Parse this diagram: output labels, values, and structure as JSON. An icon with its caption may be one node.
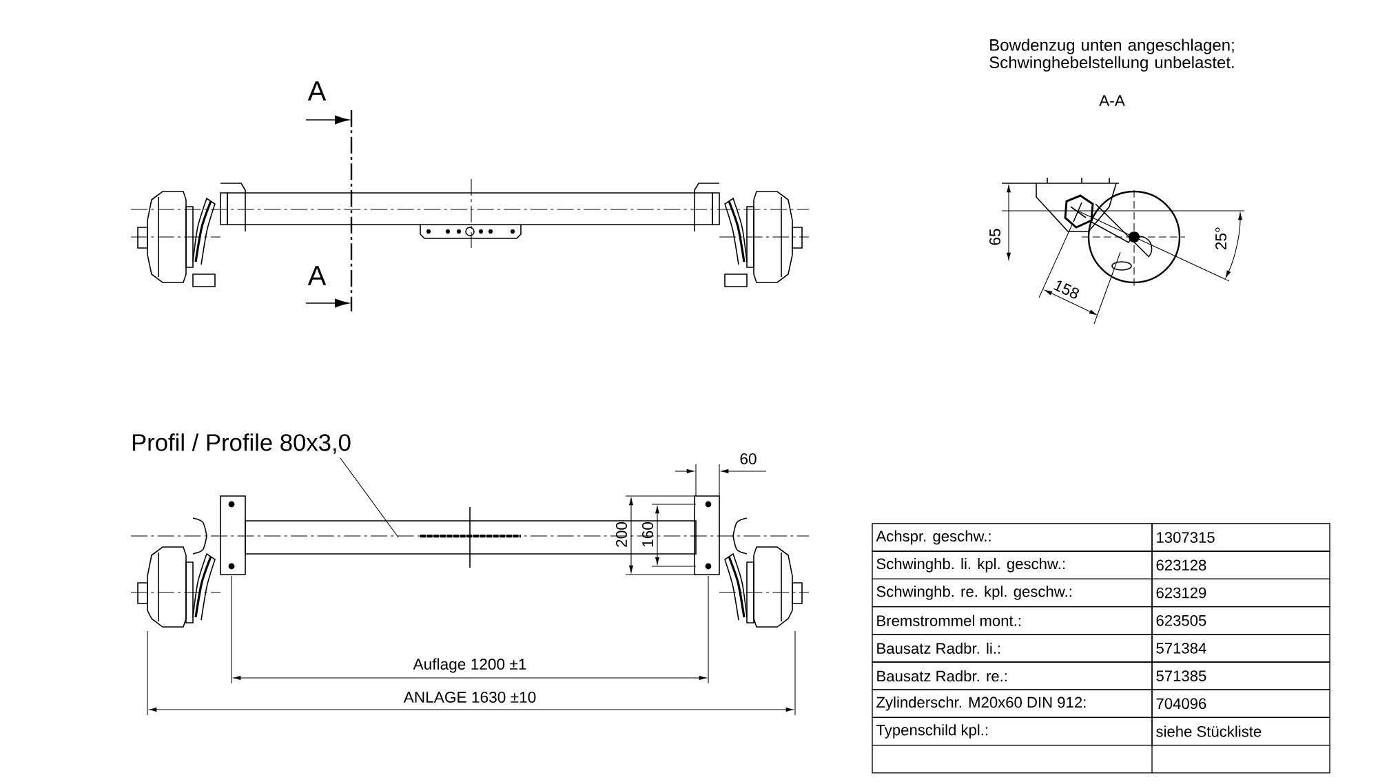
{
  "diagram": {
    "nodes": [
      {
        "text": [
          "Profil / Profile 80x3,0"
        ]
      },
      {
        "text": [],
        "shape": "bar"
      }
    ],
    "edges": [
      {
        "from": 0,
        "to": 1,
        "arrow": "none"
      }
    ],
    "labels": [
      "A",
      "A",
      "Bowdenzug unten angeschlagen; Schwinghebelstellung unbelastet.",
      "A-A",
      "65",
      "158",
      "25°",
      "60",
      "200",
      "160",
      "Auflage 1200 ±1",
      "ANLAGE 1630 ±10",
      "Achspr. geschw.:",
      "1307315",
      "Schwinghb. li. kpl. geschw.:",
      "623128",
      "Schwinghb. re. kpl. geschw.:",
      "623129",
      "Bremstrommel mont.:",
      "623505",
      "Bausatz Radbr. li.:",
      "571384",
      "Bausatz Radbr. re.:",
      "571385",
      "Zylinderschr. M20x60 DIN 912:",
      "704096",
      "Typenschild kpl.:",
      "siehe Stückliste"
    ]
  }
}
